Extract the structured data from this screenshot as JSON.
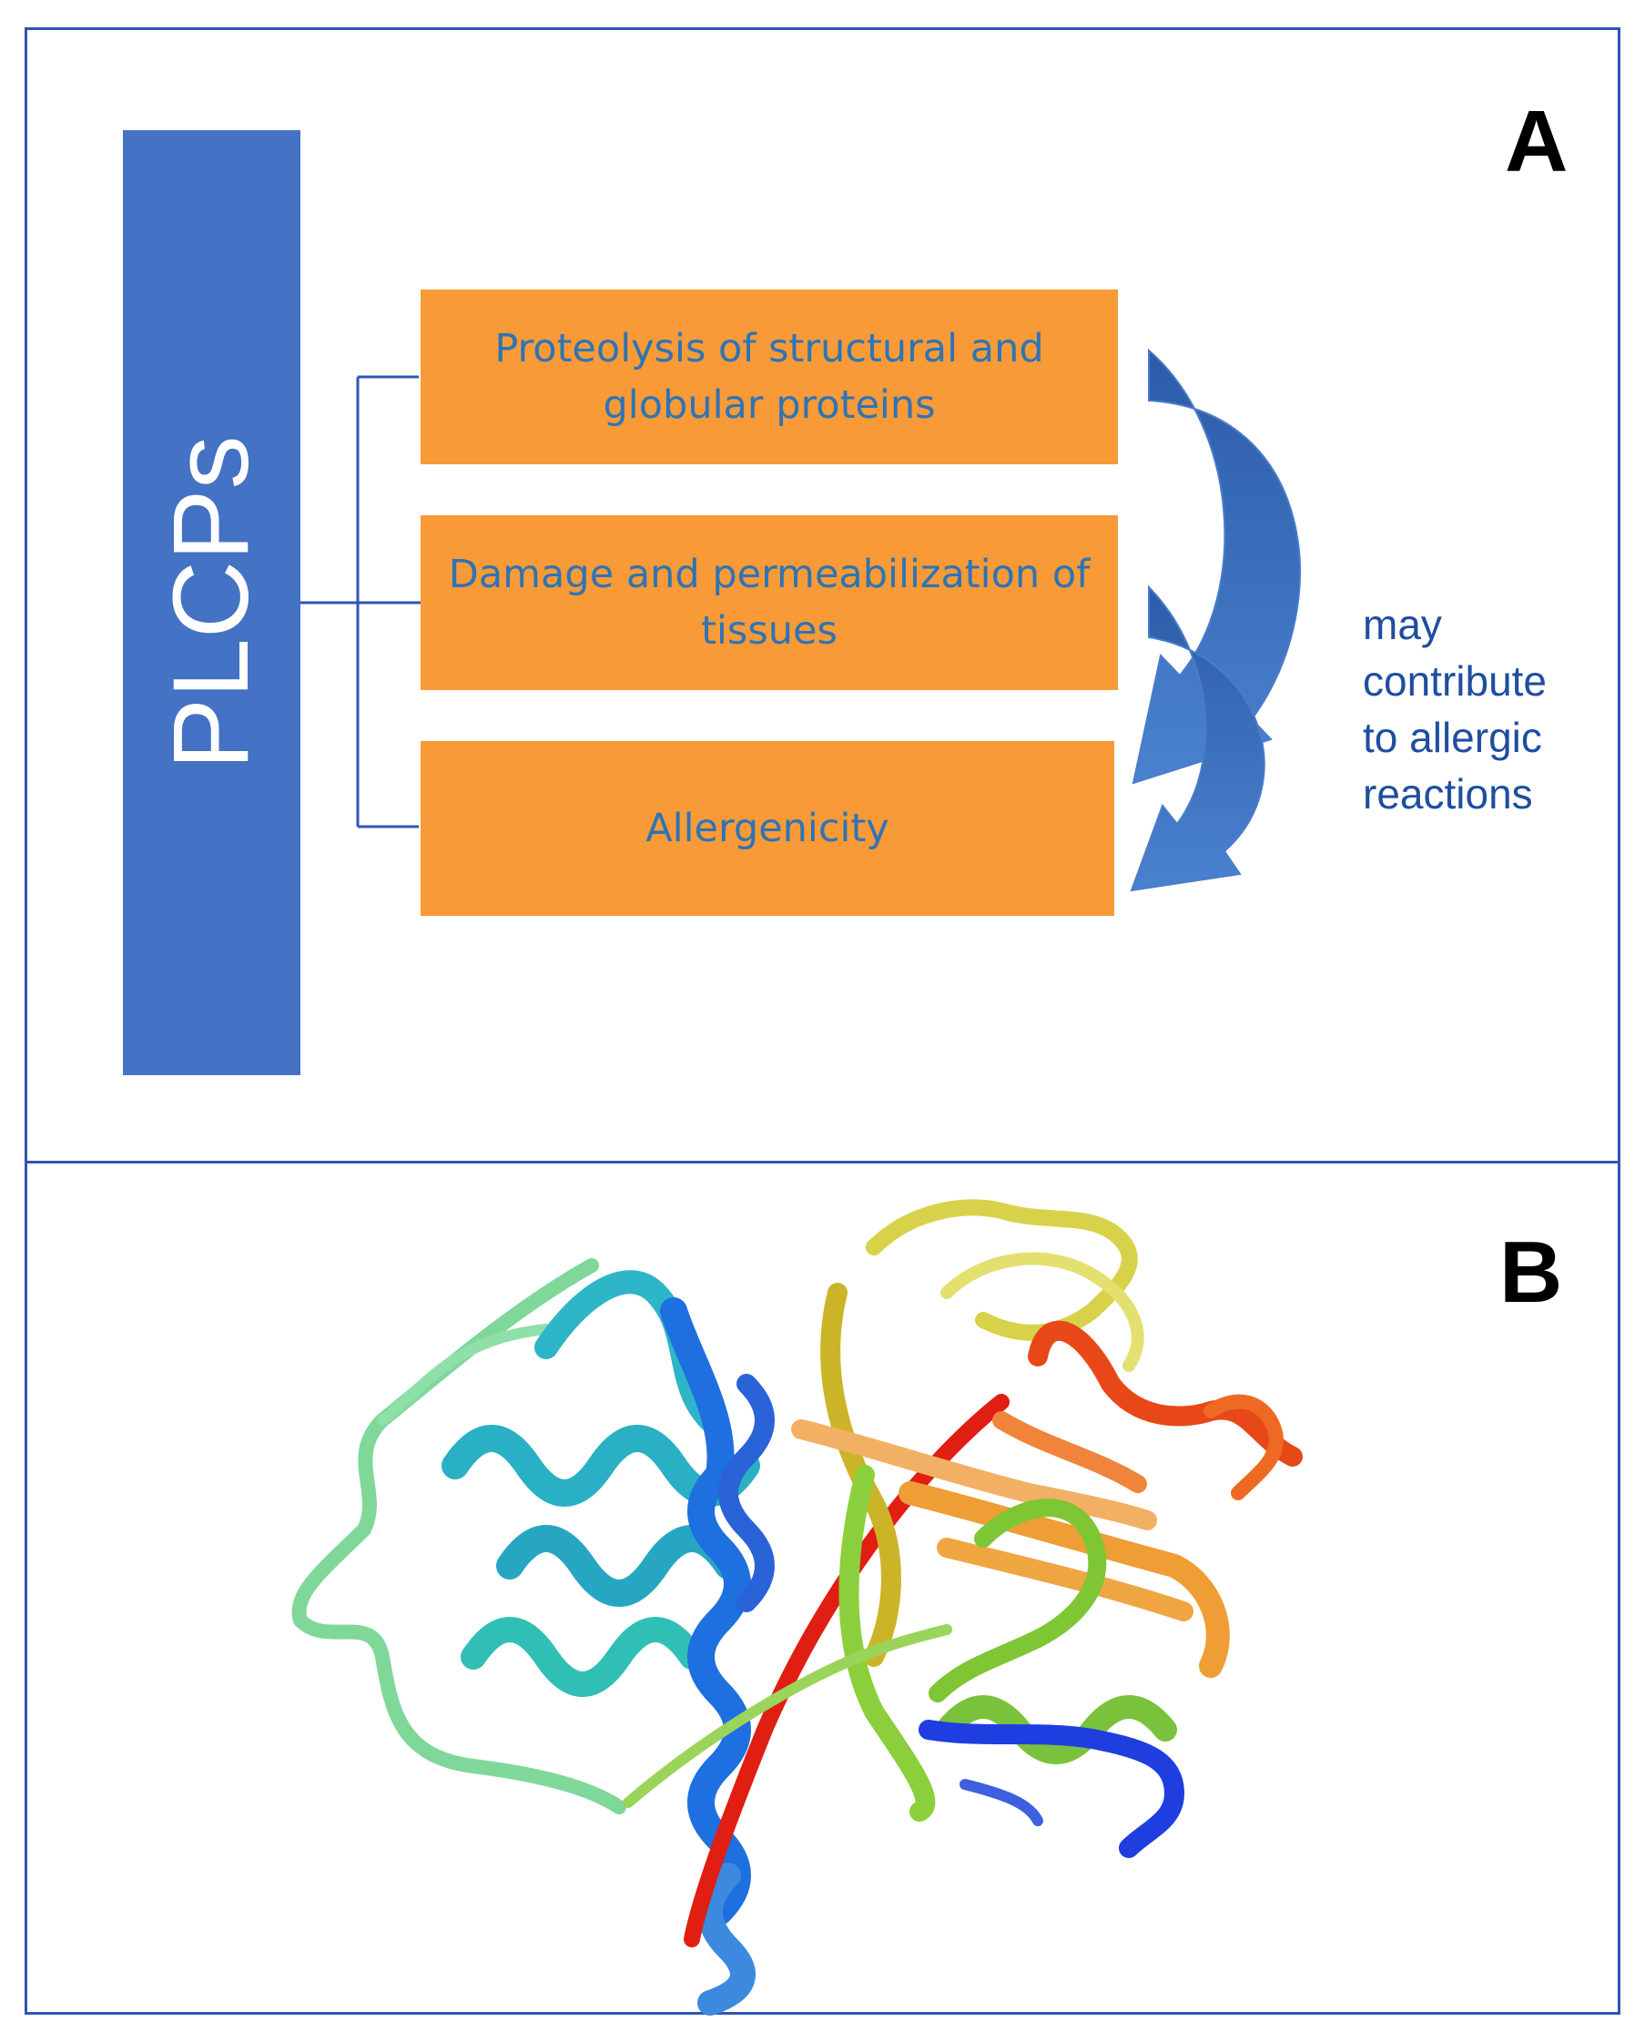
{
  "panels": {
    "a_label": "A",
    "b_label": "B"
  },
  "diagram": {
    "root_label": "PLCPs",
    "boxes": [
      "Proteolysis of structural and globular proteins",
      "Damage and permeabilization of tissues",
      "Allergenicity"
    ],
    "arrow_note_lines": [
      "may",
      "contribute",
      "to allergic",
      "reactions"
    ]
  },
  "colors": {
    "frame": "#2f55b4",
    "root_bar": "#4472c4",
    "box_fill": "#f79a37",
    "box_text": "#2e74b5",
    "arrow": "#3a6fc4"
  },
  "protein_image": {
    "style": "ribbon",
    "coloring": "rainbow blue-to-red"
  }
}
